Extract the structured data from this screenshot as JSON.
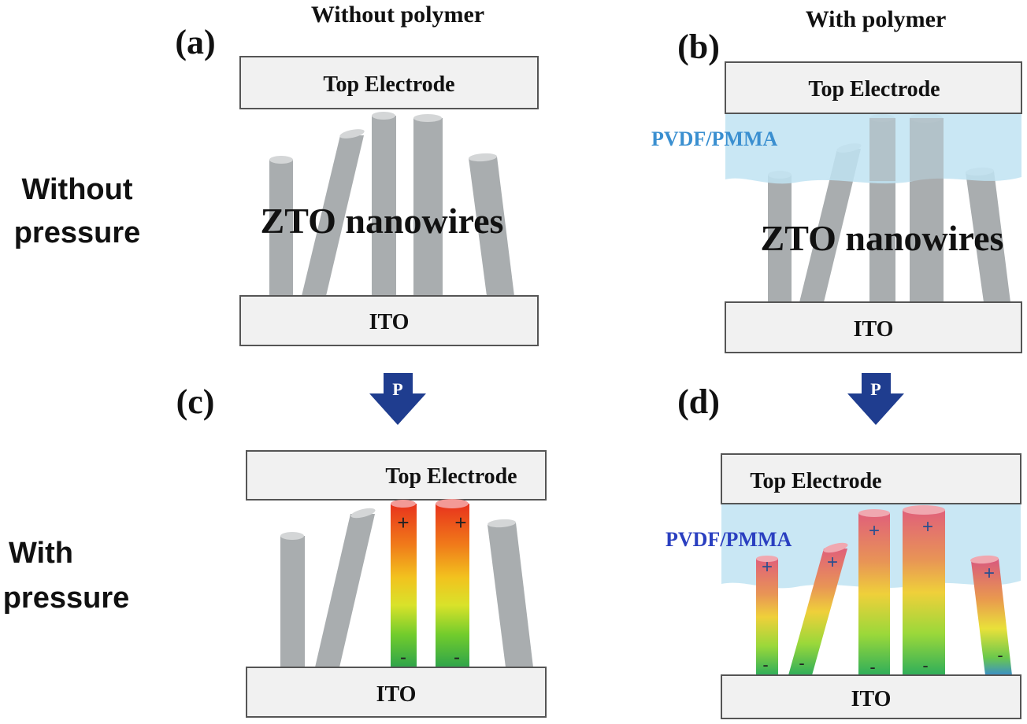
{
  "column_headers": {
    "left": "Without polymer",
    "right": "With polymer"
  },
  "row_labels": {
    "top": [
      "Without",
      "pressure"
    ],
    "bottom": [
      "With",
      "pressure"
    ]
  },
  "panel_labels": {
    "a": "(a)",
    "b": "(b)",
    "c": "(c)",
    "d": "(d)"
  },
  "labels": {
    "top_electrode": "Top Electrode",
    "ito": "ITO",
    "nanowires": "ZTO nanowires",
    "polymer": "PVDF/PMMA",
    "pressure": "P",
    "plus": "+",
    "minus": "-"
  },
  "colors": {
    "electrode_fill": "#f1f1f1",
    "electrode_stroke": "#555555",
    "nanowire": "#a9adaf",
    "polymer_fill": "#bfe3f2",
    "polymer_text": "#3a8fd0",
    "polymer_text_d": "#2a3fc0",
    "arrow": "#1f3d8f",
    "gradient": [
      "#e8321c",
      "#f5a316",
      "#e7e52a",
      "#6ccc2c",
      "#2faa4a"
    ]
  }
}
